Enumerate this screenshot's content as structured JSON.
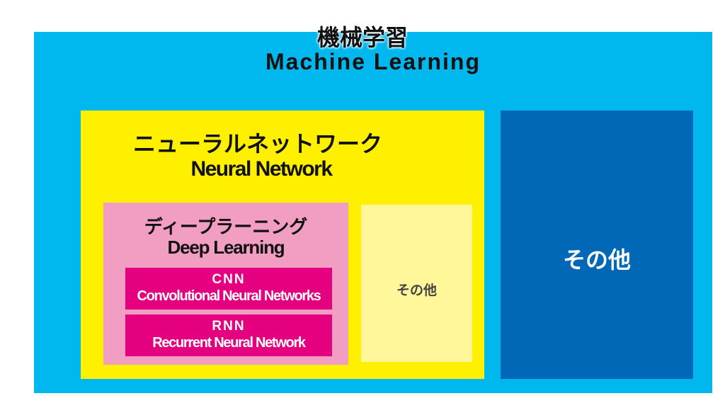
{
  "machine_learning": {
    "title_ja": "機械学習",
    "title_en": "Machine Learning"
  },
  "neural_network": {
    "title_ja": "ニューラルネットワーク",
    "title_en": "Neural Network"
  },
  "deep_learning": {
    "title_ja": "ディープラーニング",
    "title_en": "Deep Learning"
  },
  "cnn": {
    "abbr": "CNN",
    "full": "Convolutional Neural Networks"
  },
  "rnn": {
    "abbr": "RNN",
    "full": "Recurrent Neural Network"
  },
  "nn_other": {
    "label": "その他"
  },
  "ml_other": {
    "label": "その他"
  },
  "colors": {
    "ml": "#00b7ee",
    "nn": "#fff000",
    "ml_other": "#0068b7",
    "dl": "#f19ec2",
    "nn_other": "#fff799",
    "dl_item": "#e4007f"
  }
}
